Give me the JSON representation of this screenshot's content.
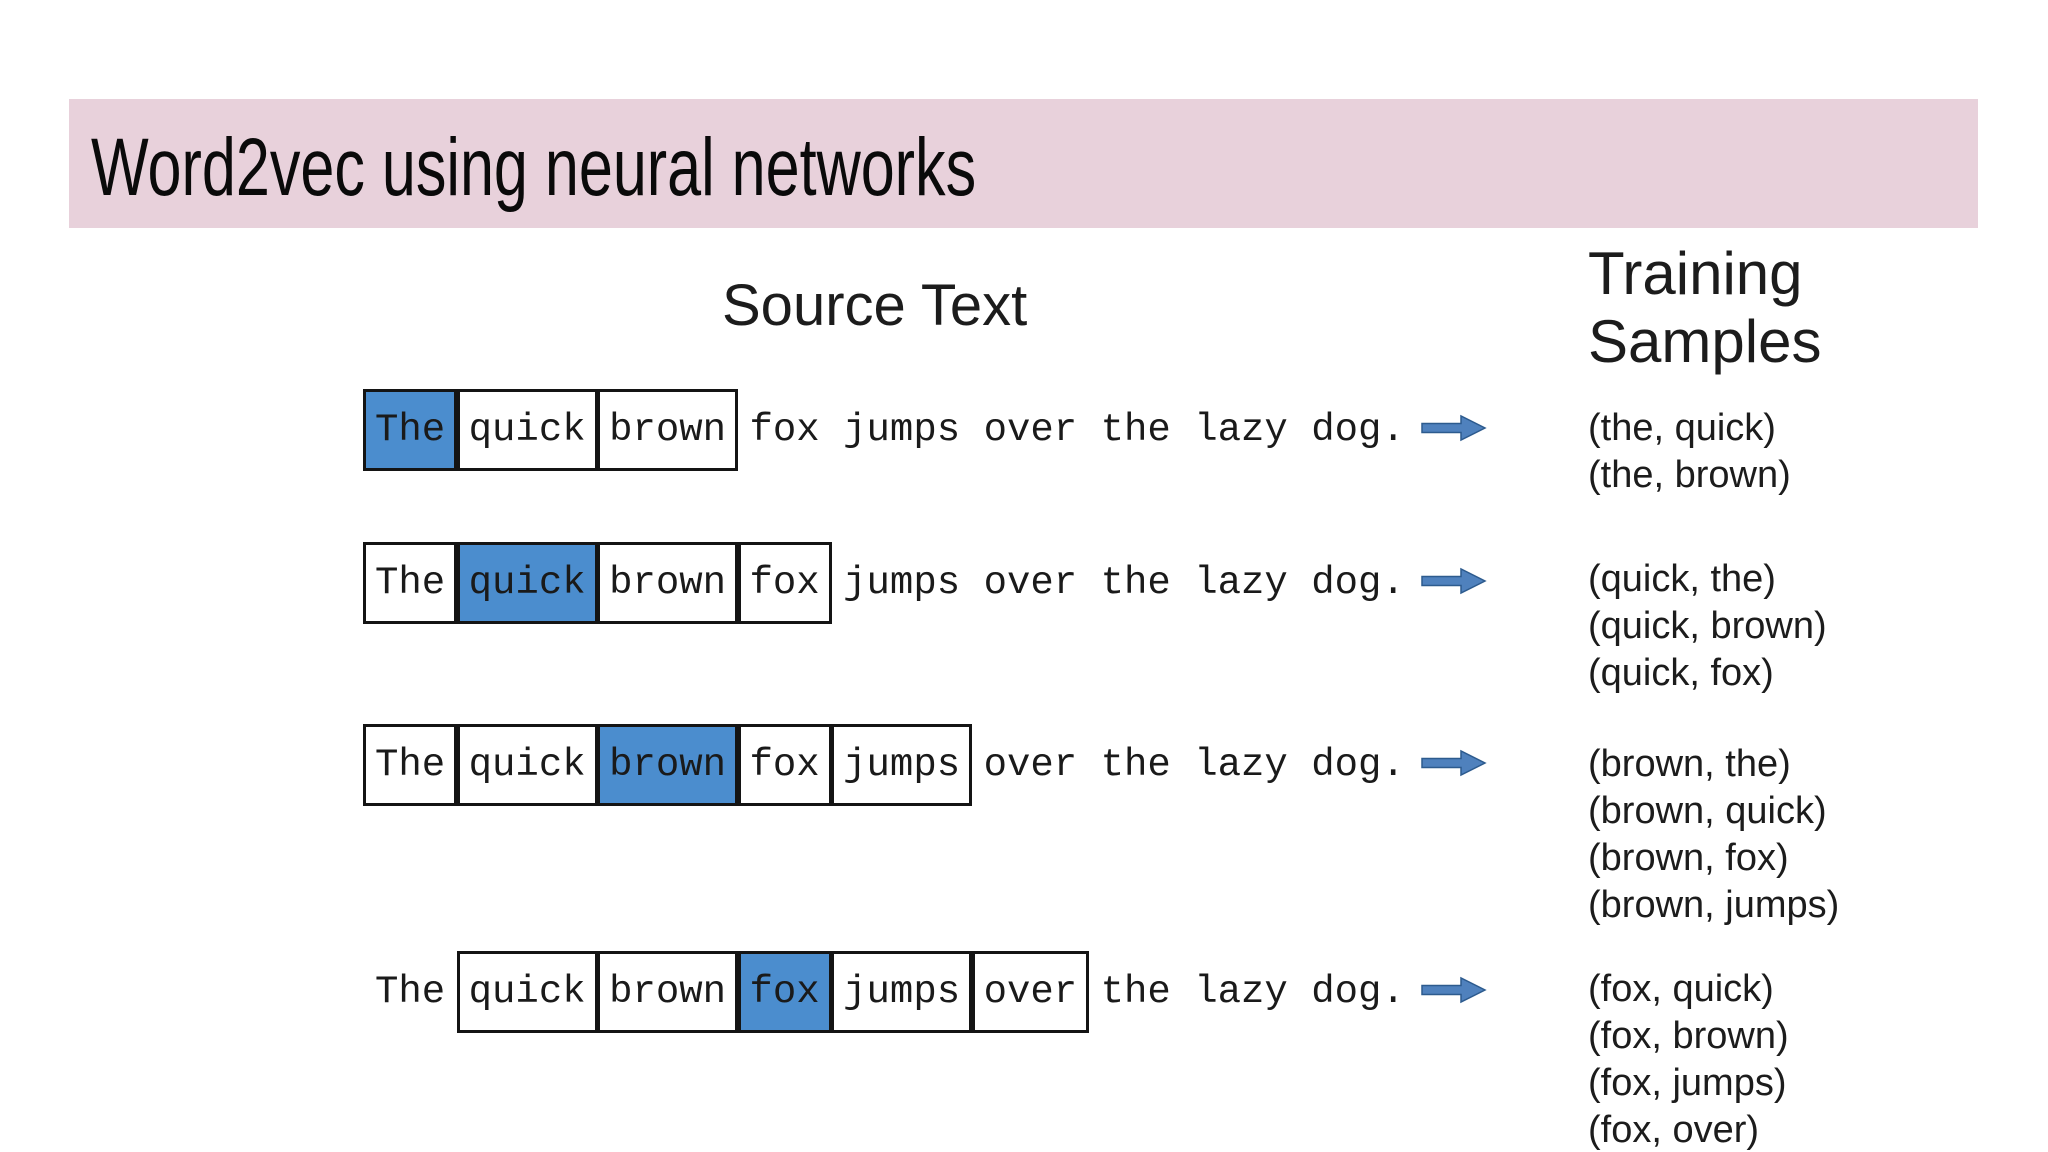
{
  "title": "Word2vec using neural networks",
  "headings": {
    "source_text": "Source Text",
    "training_line1": "Training",
    "training_line2": "Samples"
  },
  "sentence_words": [
    "The",
    "quick",
    "brown",
    "fox",
    "jumps",
    "over",
    "the",
    "lazy",
    "dog."
  ],
  "rows": [
    {
      "input_word": "The",
      "center": 0,
      "window": [
        0,
        1,
        2
      ],
      "samples": [
        "(the, quick)",
        "(the, brown)"
      ]
    },
    {
      "input_word": "quick",
      "center": 1,
      "window": [
        0,
        1,
        2,
        3
      ],
      "samples": [
        "(quick, the)",
        "(quick, brown)",
        "(quick, fox)"
      ]
    },
    {
      "input_word": "brown",
      "center": 2,
      "window": [
        0,
        1,
        2,
        3,
        4
      ],
      "samples": [
        "(brown, the)",
        "(brown, quick)",
        "(brown, fox)",
        "(brown, jumps)"
      ]
    },
    {
      "input_word": "fox",
      "center": 3,
      "window": [
        1,
        2,
        3,
        4,
        5
      ],
      "samples": [
        "(fox, quick)",
        "(fox, brown)",
        "(fox, jumps)",
        "(fox, over)"
      ]
    }
  ],
  "icons": {
    "arrow": "right-arrow-icon"
  },
  "colors": {
    "title_bar_bg": "#e8d1db",
    "highlight_blue": "#4b8dce",
    "box_border": "#141414",
    "arrow_fill": "#4f81bd",
    "arrow_stroke": "#2d5b8e"
  }
}
